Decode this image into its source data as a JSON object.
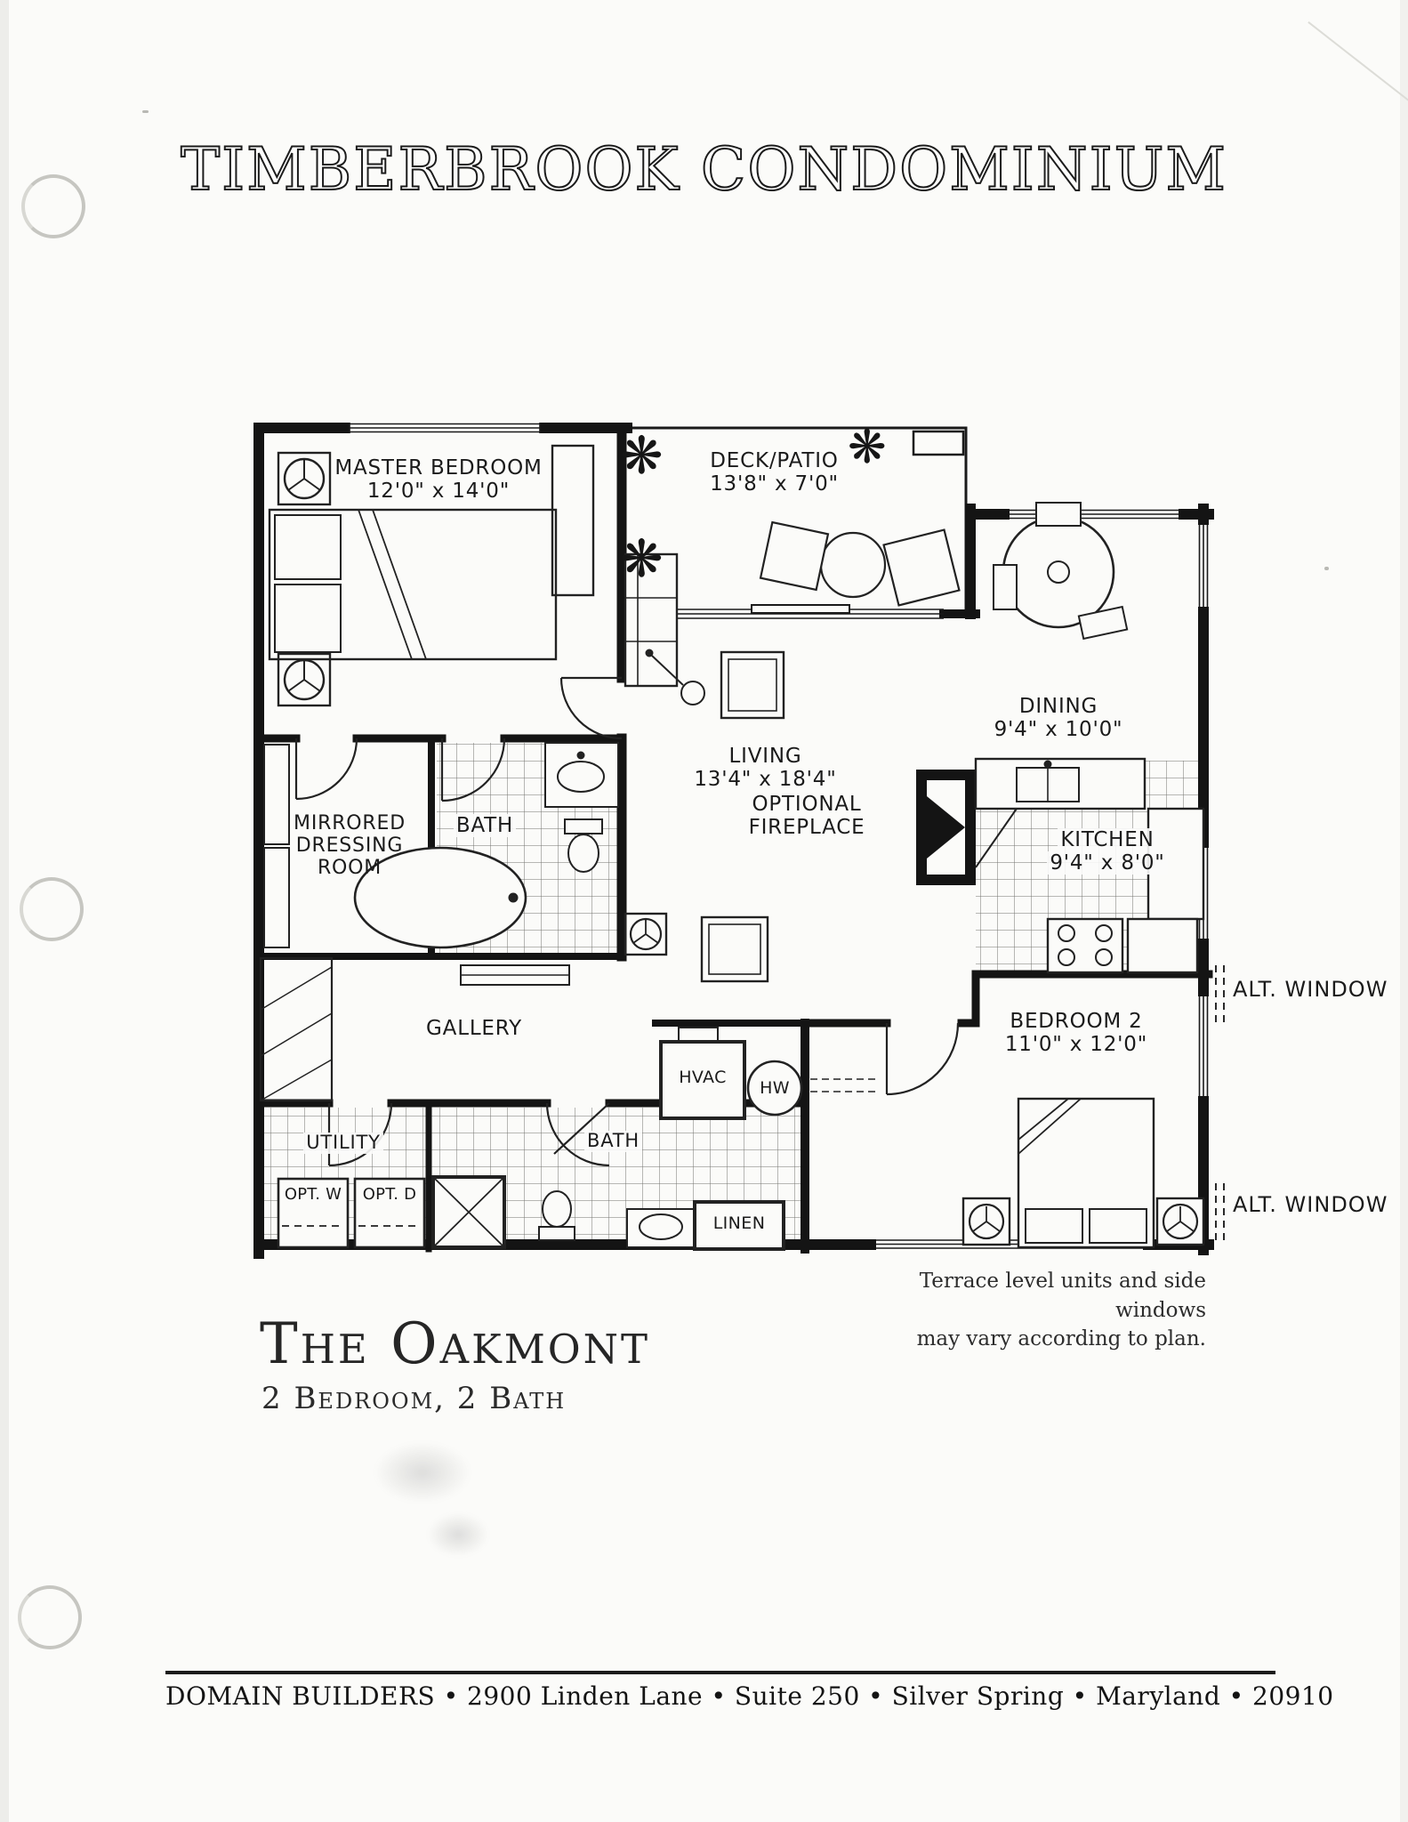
{
  "page": {
    "title": "TIMBERBROOK CONDOMINIUM",
    "plan_title": "The Oakmont",
    "plan_subtitle": "2 Bedroom, 2 Bath",
    "note_line1": "Terrace level units and side windows",
    "note_line2": "may vary according to plan.",
    "footer": "DOMAIN BUILDERS • 2900 Linden Lane  • Suite 250  • Silver Spring  • Maryland  • 20910"
  },
  "rooms": {
    "master_bedroom": {
      "name": "MASTER BEDROOM",
      "dims": "12'0\" x 14'0\""
    },
    "deck_patio": {
      "name": "DECK/PATIO",
      "dims": "13'8\" x 7'0\""
    },
    "dining": {
      "name": "DINING",
      "dims": "9'4\" x 10'0\""
    },
    "living": {
      "name": "LIVING",
      "dims": "13'4\" x 18'4\""
    },
    "optional_fireplace": {
      "name": "OPTIONAL FIREPLACE"
    },
    "kitchen": {
      "name": "KITCHEN",
      "dims": "9'4\" x 8'0\""
    },
    "mirrored_dressing_room": {
      "name": "MIRRORED DRESSING ROOM"
    },
    "master_bath": {
      "name": "BATH"
    },
    "gallery": {
      "name": "GALLERY"
    },
    "bedroom_2": {
      "name": "BEDROOM 2",
      "dims": "11'0\" x 12'0\""
    },
    "utility": {
      "name": "UTILITY"
    },
    "bath_2": {
      "name": "BATH"
    }
  },
  "fixtures": {
    "hvac": "HVAC",
    "hot_water": "HW",
    "linen": "LINEN",
    "optional_washer": "OPT. W",
    "optional_dryer": "OPT. D"
  },
  "annotations": {
    "alt_window_top": "ALT. WINDOW",
    "alt_window_bottom": "ALT. WINDOW"
  }
}
